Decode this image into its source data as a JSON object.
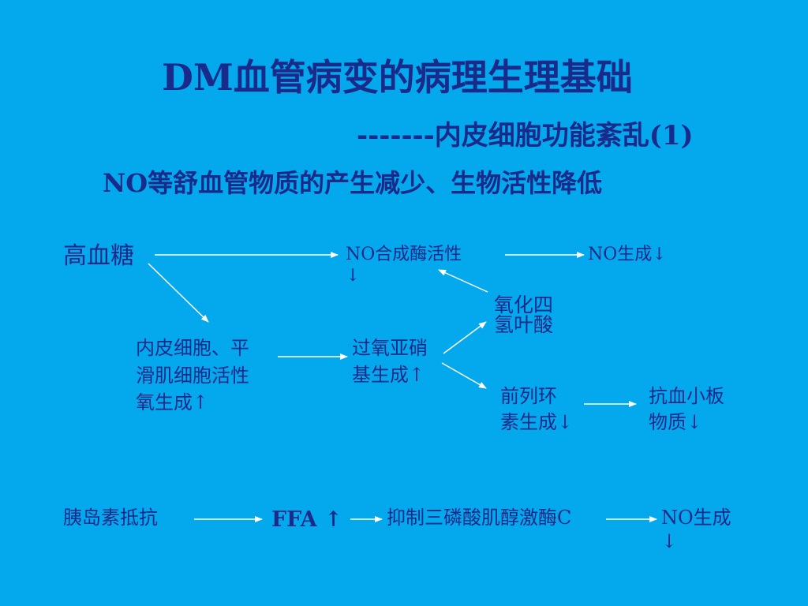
{
  "title": "DM血管病变的病理生理基础",
  "subtitle": "-------内皮细胞功能紊乱(1)",
  "heading": "NO等舒血管物质的产生减少、生物活性降低",
  "nodes": {
    "hyperglycemia": "高血糖",
    "nos_activity": "NO合成酶活性",
    "nos_activity_arrow": "↓",
    "no_generation_1": "NO生成↓",
    "bh4": "氧化四氢叶酸",
    "endothelial_line1": "内皮细胞、平",
    "endothelial_line2": "滑肌细胞活性",
    "endothelial_line3": "氧生成↑",
    "peroxynitrite_line1": "过氧亚硝",
    "peroxynitrite_line2": "基生成↑",
    "prostacyclin_line1": "前列环",
    "prostacyclin_line2": "素生成↓",
    "antiplatelet_line1": "抗血小板",
    "antiplatelet_line2": "物质↓",
    "insulin_resistance": "胰岛素抵抗",
    "ffa": "FFA ↑",
    "pkc": "抑制三磷酸肌醇激酶C",
    "no_generation_2": "NO生成",
    "no_generation_2_arrow": "↓"
  }
}
